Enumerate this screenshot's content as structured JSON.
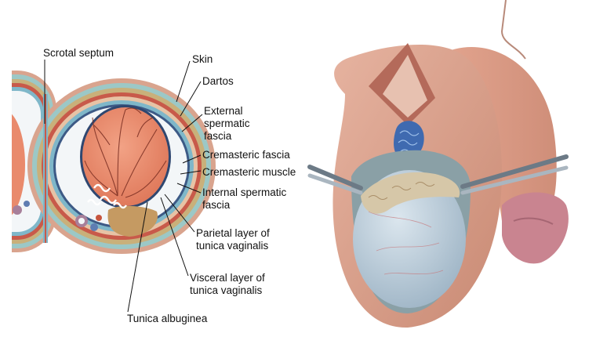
{
  "cross_section": {
    "labels": {
      "scrotal_septum": "Scrotal septum",
      "skin": "Skin",
      "dartos": "Dartos",
      "external_spermatic_fascia": [
        "External",
        "spermatic",
        "fascia"
      ],
      "cremasteric_fascia": "Cremasteric fascia",
      "cremasteric_muscle": "Cremasteric muscle",
      "internal_spermatic_fascia": [
        "Internal spermatic",
        "fascia"
      ],
      "parietal_layer": [
        "Parietal layer of",
        "tunica vaginalis"
      ],
      "visceral_layer": [
        "Visceral layer of",
        "tunica vaginalis"
      ],
      "tunica_albuginea": "Tunica albuginea"
    }
  },
  "colors": {
    "skin": "#d9a48e",
    "dartos": "#9cc8c6",
    "external_fascia": "#c9b07a",
    "cremasteric_muscle": "#c85a4a",
    "internal_fascia": "#7fb7c9",
    "tunica_vaginalis": "#f3f6f8",
    "testis": "#e98a6c",
    "tunica_albuginea": "#2f4770",
    "epididymis": "#c59a62",
    "dissection_testis": "#b7c9d6",
    "dissection_skin": "#d89b86",
    "glans": "#c98490"
  }
}
